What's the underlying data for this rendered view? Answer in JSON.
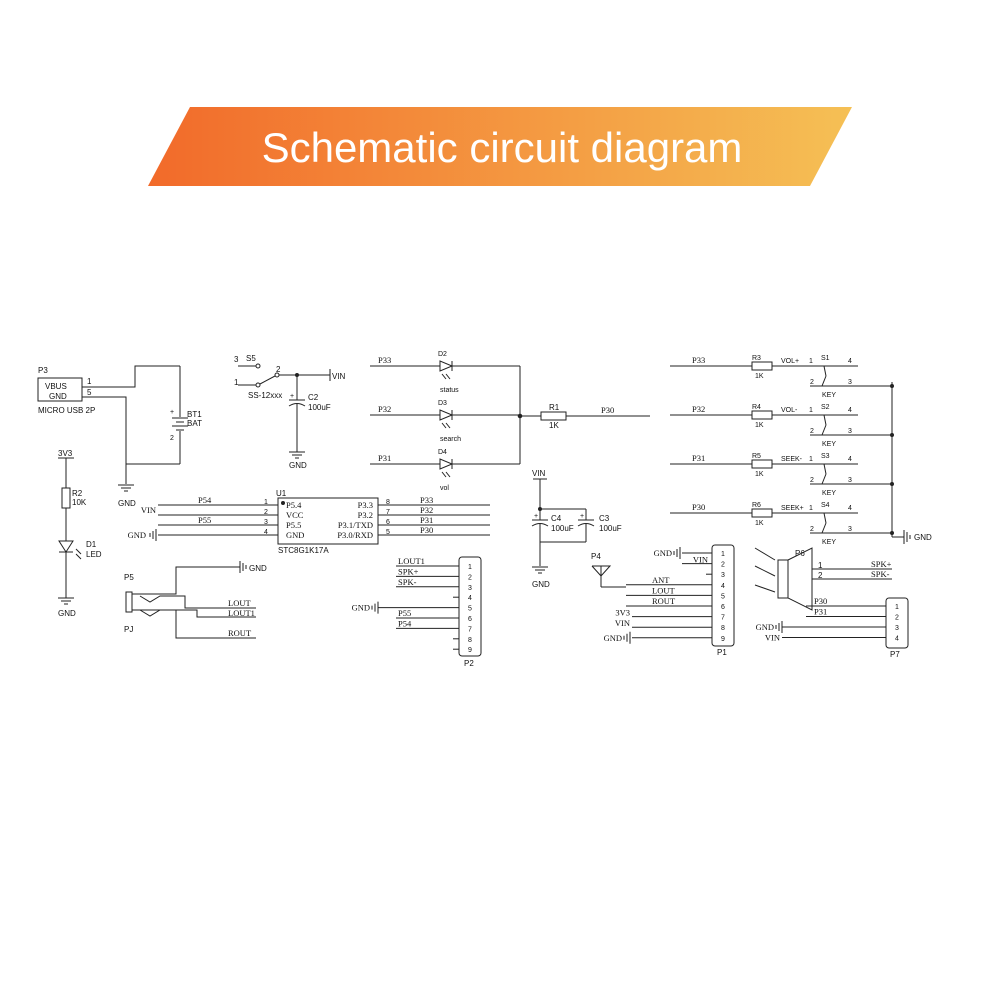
{
  "banner": {
    "title": "Schematic circuit diagram",
    "gradient_start": "#f26a2a",
    "gradient_end": "#f5c055",
    "text_color": "#ffffff"
  },
  "schematic": {
    "power": {
      "p3_ref": "P3",
      "p3_vbus": "VBUS",
      "p3_gnd": "GND",
      "p3_pin1": "1",
      "p3_pin5": "5",
      "p3_name": "MICRO USB 2P",
      "bt1_ref": "BT1",
      "bt1_val": "BAT",
      "bt1_plus": "+",
      "bt1_pin": "2",
      "gnd_label": "GND",
      "s5_ref": "S5",
      "s5_pin3": "3",
      "s5_pin1": "1",
      "s5_pin2": "2",
      "s5_val": "SS-12xxx",
      "vin": "VIN",
      "c2_ref": "C2",
      "c2_val": "100uF",
      "c2_plus": "+",
      "gnd2": "GND"
    },
    "led": {
      "v3": "3V3",
      "r2_ref": "R2",
      "r2_val": "10K",
      "d1_ref": "D1",
      "d1_val": "LED",
      "gnd": "GND"
    },
    "jack": {
      "p5_ref": "P5",
      "pj": "PJ",
      "gnd": "GND",
      "lout": "LOUT",
      "lout1": "LOUT1",
      "rout": "ROUT"
    },
    "mcu": {
      "ref": "U1",
      "name": "STC8G1K17A",
      "left_pins": [
        {
          "net": "P54",
          "num": "1",
          "name": "P5.4"
        },
        {
          "net": "VIN",
          "num": "2",
          "name": "VCC"
        },
        {
          "net": "P55",
          "num": "3",
          "name": "P5.5"
        },
        {
          "net": "GND",
          "num": "4",
          "name": "GND"
        }
      ],
      "right_pins": [
        {
          "net": "P33",
          "num": "8",
          "name": "P3.3"
        },
        {
          "net": "P32",
          "num": "7",
          "name": "P3.2"
        },
        {
          "net": "P31",
          "num": "6",
          "name": "P3.1/TXD"
        },
        {
          "net": "P30",
          "num": "5",
          "name": "P3.0/RXD"
        }
      ]
    },
    "leds": {
      "rows": [
        {
          "net": "P33",
          "ref": "D2",
          "name": "status"
        },
        {
          "net": "P32",
          "ref": "D3",
          "name": "search"
        },
        {
          "net": "P31",
          "ref": "D4",
          "name": "vol"
        }
      ],
      "r1_ref": "R1",
      "r1_val": "1K",
      "out_net": "P30"
    },
    "caps": {
      "vin": "VIN",
      "c4_ref": "C4",
      "c4_val": "100uF",
      "c3_ref": "C3",
      "c3_val": "100uF",
      "plus": "+",
      "gnd": "GND"
    },
    "keys": {
      "rows": [
        {
          "net": "P33",
          "rref": "R3",
          "rval": "1K",
          "name": "VOL+",
          "sref": "S1",
          "p1": "1",
          "p2": "2",
          "p3": "3",
          "p4": "4",
          "val": "KEY"
        },
        {
          "net": "P32",
          "rref": "R4",
          "rval": "1K",
          "name": "VOL-",
          "sref": "S2",
          "p1": "1",
          "p2": "2",
          "p3": "3",
          "p4": "4",
          "val": "KEY"
        },
        {
          "net": "P31",
          "rref": "R5",
          "rval": "1K",
          "name": "SEEK-",
          "sref": "S3",
          "p1": "1",
          "p2": "2",
          "p3": "3",
          "p4": "4",
          "val": "KEY"
        },
        {
          "net": "P30",
          "rref": "R6",
          "rval": "1K",
          "name": "SEEK+",
          "sref": "S4",
          "p1": "1",
          "p2": "2",
          "p3": "3",
          "p4": "4",
          "val": "KEY"
        }
      ],
      "gnd": "GND"
    },
    "p2": {
      "ref": "P2",
      "pins": [
        "1",
        "2",
        "3",
        "4",
        "5",
        "6",
        "7",
        "8",
        "9"
      ],
      "nets": [
        "LOUT1",
        "SPK+",
        "SPK-",
        "",
        "GND",
        "P55",
        "P54",
        "",
        ""
      ]
    },
    "p1": {
      "ref": "P1",
      "pins": [
        "1",
        "2",
        "3",
        "4",
        "5",
        "6",
        "7",
        "8",
        "9"
      ],
      "nets": [
        "GND",
        "VIN",
        "",
        "ANT",
        "LOUT",
        "ROUT",
        "3V3",
        "VIN",
        "GND"
      ],
      "p4_ref": "P4"
    },
    "p6": {
      "ref": "P6",
      "pin1": "1",
      "pin2": "2",
      "net1": "SPK+",
      "net2": "SPK-"
    },
    "p7": {
      "ref": "P7",
      "pins": [
        "1",
        "2",
        "3",
        "4"
      ],
      "nets": [
        "P30",
        "P31",
        "GND",
        "VIN"
      ]
    }
  }
}
